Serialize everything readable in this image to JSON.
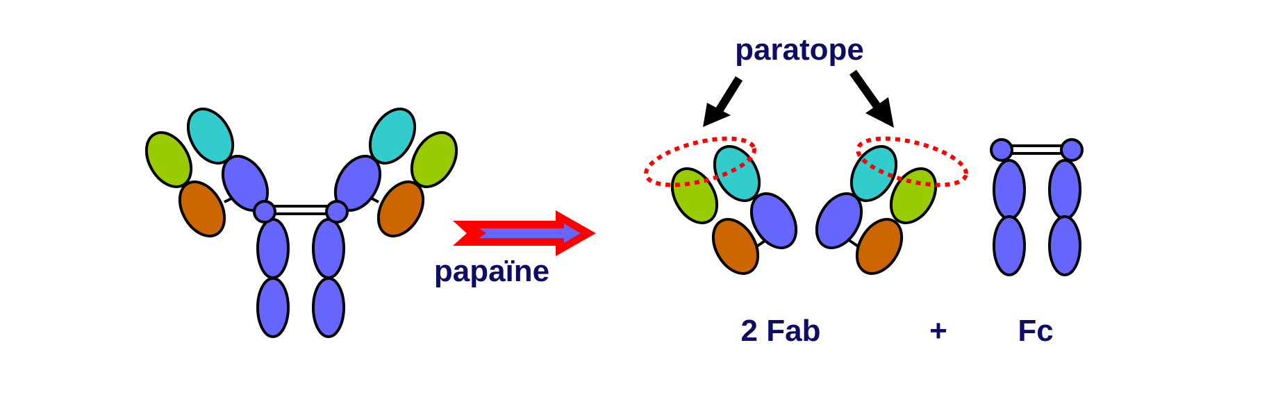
{
  "labels": {
    "paratope": "paratope",
    "enzyme": "papaïne",
    "fab": "2 Fab",
    "plus": "+",
    "fc": "Fc"
  },
  "colors": {
    "heavy_chain": "#6666ff",
    "variable_light": "#99cc00",
    "variable_heavy": "#33cccc",
    "constant_light": "#cc6600",
    "outline": "#000000",
    "arrow_outer": "#ff0000",
    "arrow_inner": "#6666ff",
    "paratope_outline": "#ff0000",
    "text": "#0d0d66"
  }
}
